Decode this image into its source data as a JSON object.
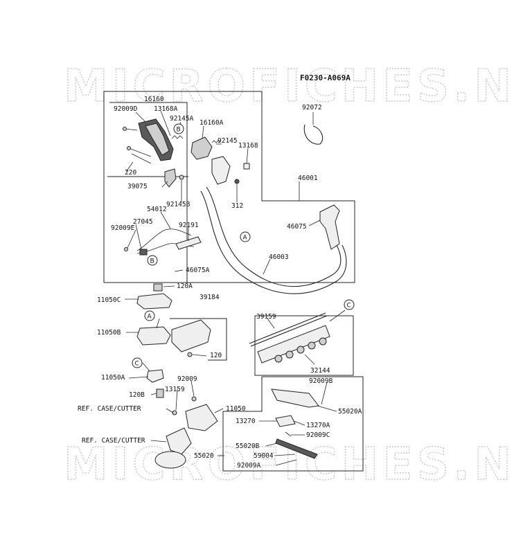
{
  "watermark_text": "MICROFICHES.NET",
  "figure_ref": "F0230-A069A",
  "callouts": {
    "A": "A",
    "B": "B",
    "C": "C"
  },
  "parts": [
    "16160",
    "92009D",
    "13168A",
    "92145A",
    "16160A",
    "92145",
    "13168",
    "220",
    "39075",
    "92145B",
    "312",
    "92072",
    "46001",
    "46075",
    "54012",
    "27045",
    "92009E",
    "92191",
    "46003",
    "46075A",
    "120A",
    "11050C",
    "39184",
    "11050B",
    "120",
    "11050A",
    "120B",
    "92009",
    "13159",
    "11050",
    "REF. CASE/CUTTER",
    "REF. CASE/CUTTER",
    "39159",
    "32144",
    "92009B",
    "55020A",
    "13270",
    "13270A",
    "92009C",
    "55020B",
    "55020",
    "59004",
    "92009A"
  ]
}
